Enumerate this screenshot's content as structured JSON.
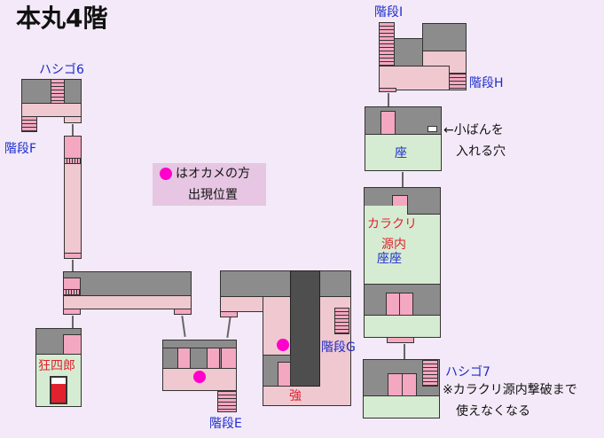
{
  "title": "本丸4階",
  "legend": {
    "line1": "はオカメの方",
    "line2": "出現位置"
  },
  "labels": {
    "hashigo6": "ハシゴ6",
    "kaidan_f": "階段F",
    "kaidan_i": "階段I",
    "kaidan_h": "階段H",
    "kaidan_g": "階段G",
    "kaidan_e": "階段E",
    "hashigo7": "ハシゴ7",
    "kyoshiro": "狂四郎",
    "karakuri": "カラクリ",
    "gennai": "源内",
    "za1": "座",
    "za2": "座座",
    "kyo": "強",
    "koban_note1": "←小ばんを",
    "koban_note2": "入れる穴",
    "note1": "※カラクリ源内撃破まで",
    "note2": "使えなくなる"
  },
  "colors": {
    "corridor": "#efc8d0",
    "wall": "#8c8c8c",
    "room": "#d6ecd2",
    "marker": "#ff00cc",
    "label_blue": "#1c2ccc",
    "label_red": "#e0222e"
  }
}
